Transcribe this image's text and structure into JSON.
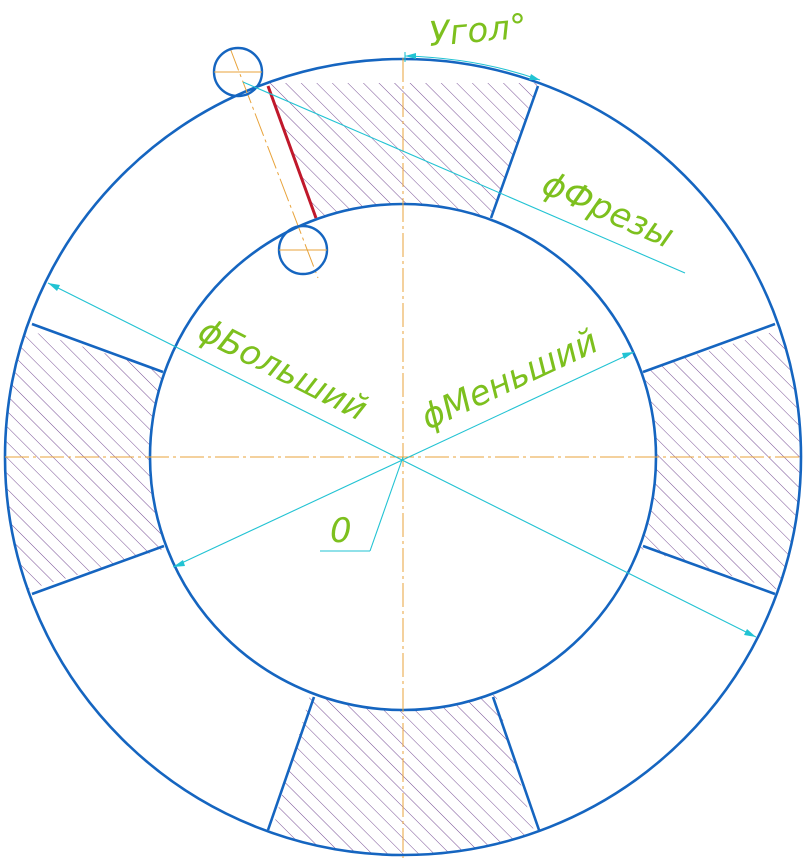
{
  "labels": {
    "angle": "Угол°",
    "cutter_diameter": "ϕФрезы",
    "big_diameter": "ϕБольший",
    "small_diameter": "ϕМеньший",
    "origin": "0"
  },
  "colors": {
    "outline": "#1565c0",
    "centerline": "#e8a33b",
    "dimension": "#22c3d3",
    "label": "#7dc01e",
    "hatch": "#6a3d8a",
    "cut_edge": "#c0182b"
  }
}
